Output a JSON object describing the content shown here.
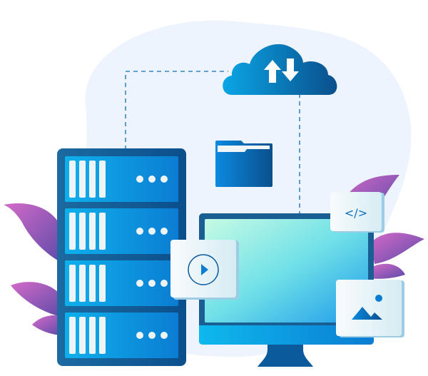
{
  "illustration": {
    "subject": "cloud-hosting-data-transfer",
    "icons": [
      "cloud-upload-download-icon",
      "server-rack-icon",
      "folder-icon",
      "monitor-icon",
      "video-play-icon",
      "code-icon",
      "image-icon",
      "leaf-decoration"
    ],
    "code_glyph": "</>",
    "colors": {
      "blob": "#eef4fd",
      "blue_dark": "#0a4f8c",
      "blue_mid": "#0b7dd2",
      "blue_light": "#0eb0ec",
      "screen_start": "#b8f5e4",
      "screen_end": "#1ea0ea",
      "leaf_start": "#d066c8",
      "leaf_end": "#5a4aa8",
      "card": "#f2f8fb"
    },
    "server": {
      "unit_count": 4
    }
  }
}
